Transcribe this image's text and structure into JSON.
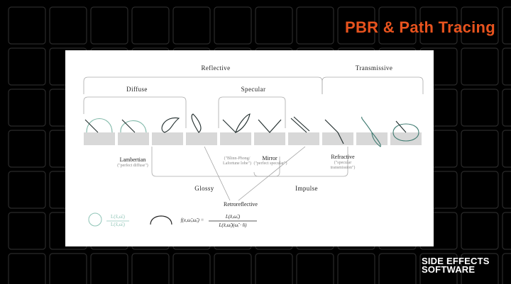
{
  "header": {
    "title": "PBR & Path Tracing"
  },
  "diagram": {
    "reflective": "Reflective",
    "transmissive": "Transmissive",
    "diffuse": "Diffuse",
    "specular": "Specular",
    "lambertian": "Lambertian",
    "lambertian_note": "(\"perfect diffuse\")",
    "blinn_note_1": "(\"Blinn-Phong/",
    "blinn_note_2": "Lafortune lobe\")",
    "mirror": "Mirror",
    "mirror_note": "(\"perfect specular\")",
    "refractive": "Refractive",
    "refractive_note_1": "(\"specular",
    "refractive_note_2": "transmission\")",
    "glossy": "Glossy",
    "impulse": "Impulse",
    "retroreflective": "Retroreflective",
    "legend_num": "L(x̂,ω̂ᵢ)",
    "legend_den": "L(x̂,ω̂ᵢ)",
    "formula_lhs": "f(x,ω̂ᵢ,ω̂ₒ) =",
    "formula_num": "L(x̂,ω̂ₒ)",
    "formula_den": "L(x̂,ω̂ᵢ)(ω̂ᵢ · n̂)"
  },
  "footer": {
    "brand_line1": "SIDE EFFECTS",
    "brand_line2": "SOFTWARE"
  }
}
